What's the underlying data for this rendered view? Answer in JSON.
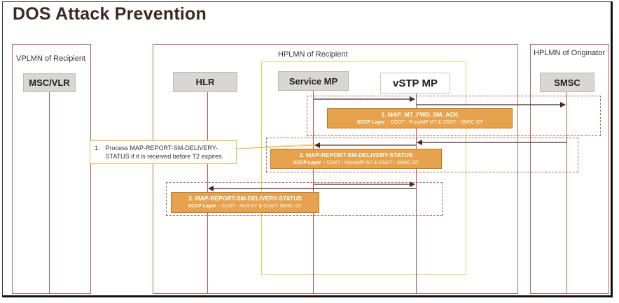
{
  "title": "DOS Attack Prevention",
  "regions": {
    "vplmn": "VPLMN of Recipient",
    "hplmn": "HPLMN of Recipient",
    "originator": "HPLMN of Originator"
  },
  "nodes": {
    "msc_vlr": "MSC/VLR",
    "hlr": "HLR",
    "service_mp": "Service MP",
    "vstp_mp": "vSTP MP",
    "smsc": "SMSC"
  },
  "messages": [
    {
      "title": "1. MAP_MT_FWD_SM_ACK",
      "sccp_prefix": "SCCP Layer",
      "sccp_detail": ":- CGGT : ProxyMP GT & CDGT : SMSC GT"
    },
    {
      "title": "2. MAP-REPORT-SM-DELIVERY-STATUS",
      "sccp_prefix": "SCCP Layer",
      "sccp_detail": ":- CDGT : ProxyMP GT & CGGT : SMSC GT"
    },
    {
      "title": "3. MAP-REPORT-SM-DELIVERY-STATUS",
      "sccp_prefix": "SCCP Layer",
      "sccp_detail": ":- CDGT : HLR GT & CGGT: SMSC GT"
    }
  ],
  "note": {
    "number": "1.",
    "text": "Process MAP-REPORT-SM-DELIVERY-STATUS if it is received before T2 expires."
  },
  "colors": {
    "arrow": "#4a2a22",
    "lifeline": "#b85a4c",
    "message_fill": "#e6a24c",
    "highlight_box": "#e8d060"
  }
}
